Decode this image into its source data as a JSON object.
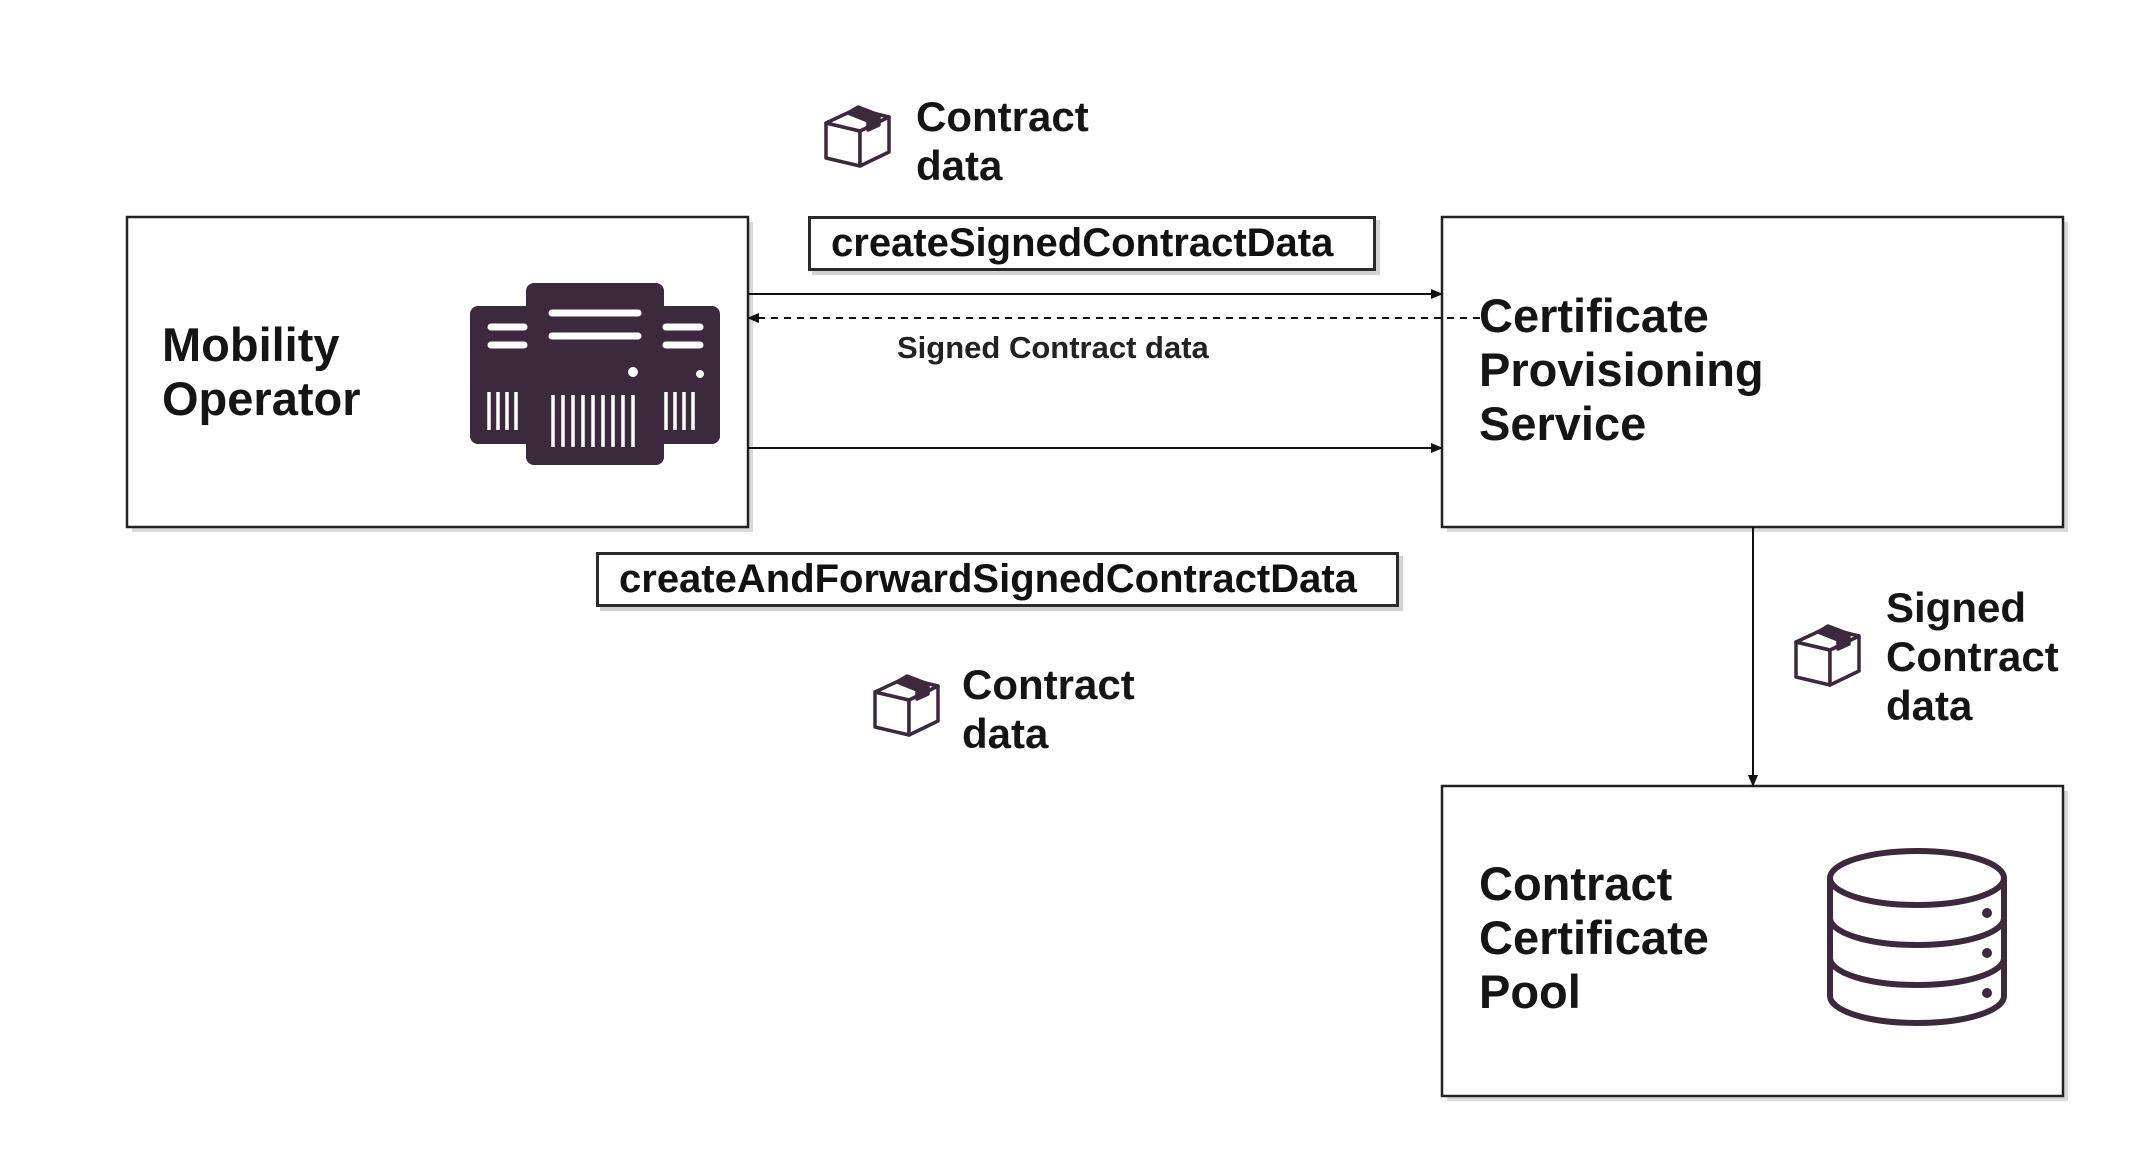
{
  "nodes": {
    "mobility_operator": {
      "title_line1": "Mobility",
      "title_line2": "Operator",
      "icon": "server-icon"
    },
    "cps": {
      "title_line1": "Certificate",
      "title_line2": "Provisioning",
      "title_line3": "Service"
    },
    "pool": {
      "title_line1": "Contract",
      "title_line2": "Certificate",
      "title_line3": "Pool",
      "icon": "database-icon"
    }
  },
  "edges": {
    "create_signed": {
      "label": "createSignedContractData"
    },
    "signed_response": {
      "label": "Signed Contract data"
    },
    "create_forward": {
      "label": "createAndForwardSignedContractData"
    }
  },
  "packages": {
    "top": {
      "line1": "Contract",
      "line2": "data",
      "icon": "package-icon"
    },
    "bottom": {
      "line1": "Contract",
      "line2": "data",
      "icon": "package-icon"
    },
    "right": {
      "line1": "Signed",
      "line2": "Contract",
      "line3": "data",
      "icon": "package-icon"
    }
  },
  "colors": {
    "icon_fill": "#3b2a3b",
    "border": "#222222",
    "shadow": "#d3d3d3"
  }
}
